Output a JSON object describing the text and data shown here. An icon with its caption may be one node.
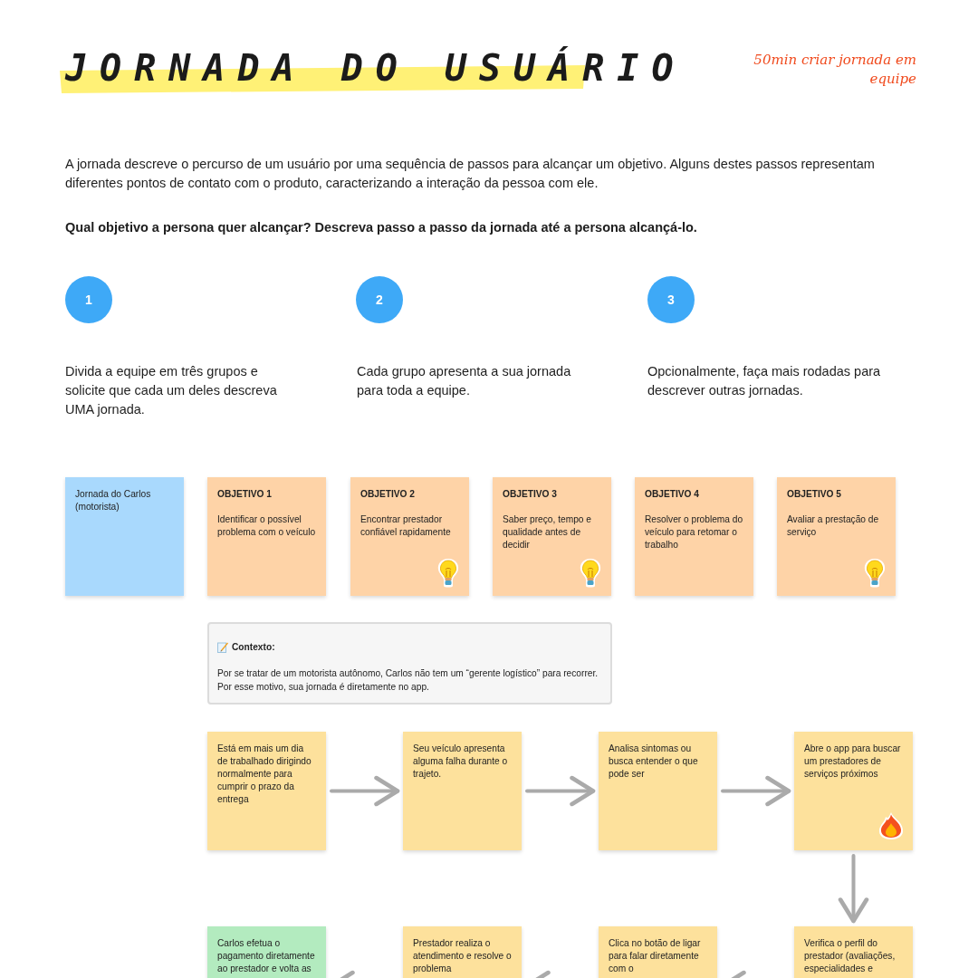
{
  "diagram": {
    "title": "JORNADA DO USUÁRIO",
    "nodes": [
      {
        "text": [
          "1"
        ]
      },
      {
        "text": [
          "2"
        ]
      },
      {
        "text": [
          "3"
        ]
      },
      {
        "text": [
          "Jornada do Carlos (motorista)"
        ]
      },
      {
        "text": [
          "OBJETIVO 1",
          "Identificar o possível problema com o veículo"
        ]
      },
      {
        "text": [
          "OBJETIVO 2",
          "Encontrar prestador confiável rapidamente"
        ]
      },
      {
        "text": [
          "OBJETIVO 3",
          "Saber preço, tempo e qualidade antes de decidir"
        ]
      },
      {
        "text": [
          "OBJETIVO 4",
          "Resolver o problema do veículo para retomar o trabalho"
        ]
      },
      {
        "text": [
          "OBJETIVO 5",
          "Avaliar a prestação de serviço"
        ]
      },
      {
        "text": [
          "Contexto:",
          "Por se tratar de um motorista autônomo, Carlos não tem um “gerente logístico” para recorrer. Por esse motivo, sua jornada é diretamente no app."
        ]
      },
      {
        "text": [
          "Está em mais um dia de trabalhado dirigindo normalmente para cumprir o prazo da entrega"
        ]
      },
      {
        "text": [
          "Seu veículo apresenta alguma falha durante o trajeto."
        ]
      },
      {
        "text": [
          "Analisa sintomas ou busca entender o que pode ser"
        ]
      },
      {
        "text": [
          "Abre o app para buscar um prestadores de serviços próximos"
        ]
      },
      {
        "text": [
          "Carlos efetua o pagamento diretamente ao prestador e volta as"
        ]
      },
      {
        "text": [
          "Prestador realiza o atendimento e resolve o problema"
        ]
      },
      {
        "text": [
          "Clica no botão de ligar para falar diretamente com o"
        ]
      },
      {
        "text": [
          "Verifica o perfil do prestador (avaliações, especialidades e"
        ]
      }
    ],
    "edges": [
      {
        "from": 10,
        "to": 11,
        "arrow": "to"
      },
      {
        "from": 11,
        "to": 12,
        "arrow": "to"
      },
      {
        "from": 12,
        "to": 13,
        "arrow": "to"
      },
      {
        "from": 13,
        "to": 17,
        "arrow": "to"
      },
      {
        "from": 17,
        "to": 16,
        "arrow": "to"
      },
      {
        "from": 16,
        "to": 15,
        "arrow": "to"
      },
      {
        "from": 15,
        "to": 14,
        "arrow": "to"
      }
    ],
    "labels": [
      "50min criar jornada em equipe",
      "A jornada descreve o percurso de um usuário por uma sequência de passos para alcançar um objetivo. Alguns destes passos representam diferentes pontos de contato com o produto, caracterizando a interação da pessoa com ele.",
      "Qual objetivo a persona quer alcançar? Descreva passo a passo da jornada até a persona alcançá-lo.",
      "Divida a equipe em três grupos e solicite que cada um deles descreva UMA jornada.",
      "Cada grupo apresenta a sua jornada para toda a equipe.",
      "Opcionalmente, faça mais rodadas para descrever outras jornadas."
    ]
  }
}
